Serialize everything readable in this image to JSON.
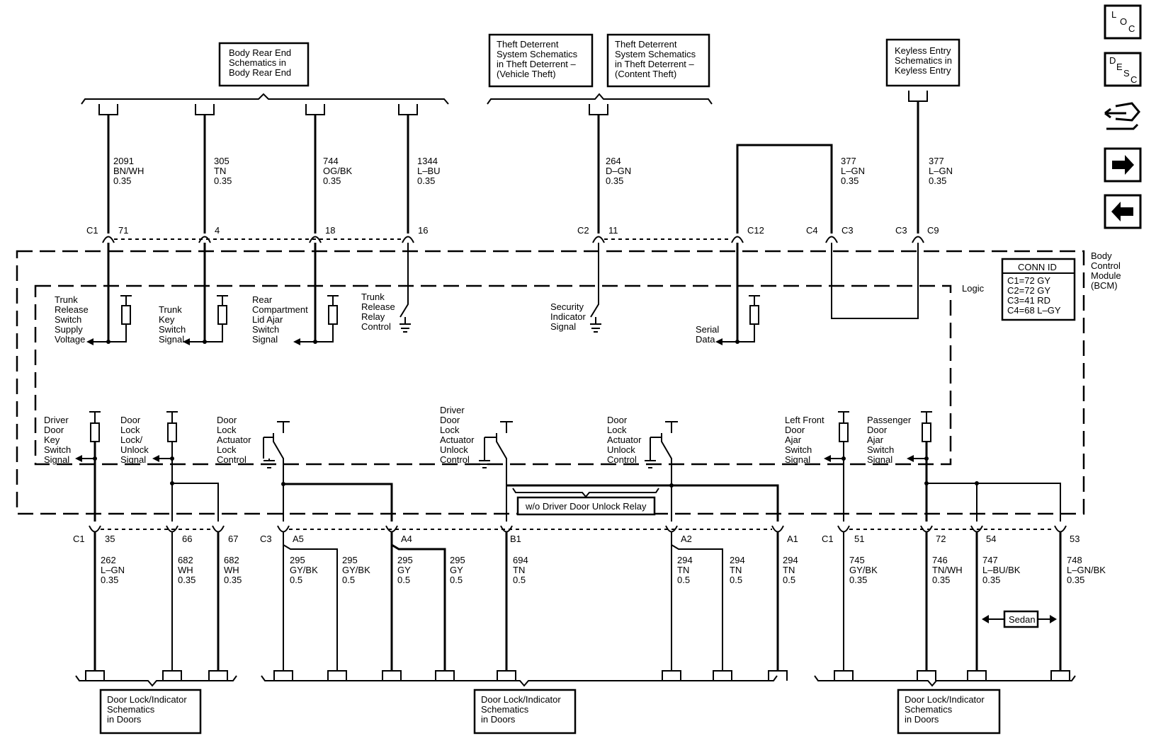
{
  "header_boxes": {
    "body_rear": [
      "Body Rear End",
      "Schematics in",
      "Body Rear End"
    ],
    "theft_vehicle": [
      "Theft Deterrent",
      "System Schematics",
      "in Theft Deterrent –",
      "(Vehicle Theft)"
    ],
    "theft_content": [
      "Theft Deterrent",
      "System Schematics",
      "in Theft Deterrent –",
      "(Content Theft)"
    ],
    "keyless": [
      "Keyless Entry",
      "Schematics in",
      "Keyless Entry"
    ]
  },
  "footer_boxes": {
    "left": [
      "Door Lock/Indicator",
      "Schematics",
      "in Doors"
    ],
    "mid": [
      "Door Lock/Indicator",
      "Schematics",
      "in Doors"
    ],
    "right": [
      "Door Lock/Indicator",
      "Schematics",
      "in Doors"
    ]
  },
  "nav_icons": {
    "loc": [
      "L",
      "O",
      "C"
    ],
    "desc": [
      "D",
      "E",
      "S",
      "C"
    ]
  },
  "top_wires": [
    {
      "circuit": "2091",
      "color": "BN/WH",
      "gauge": "0.35",
      "conn": "C1",
      "pin": "71"
    },
    {
      "circuit": "305",
      "color": "TN",
      "gauge": "0.35",
      "conn": "",
      "pin": "4"
    },
    {
      "circuit": "744",
      "color": "OG/BK",
      "gauge": "0.35",
      "conn": "",
      "pin": "18"
    },
    {
      "circuit": "1344",
      "color": "L–BU",
      "gauge": "0.35",
      "conn": "",
      "pin": "16"
    },
    {
      "circuit": "264",
      "color": "D–GN",
      "gauge": "0.35",
      "conn": "C2",
      "pin": "11"
    },
    {
      "circuit": "377",
      "color": "L–GN",
      "gauge": "0.35",
      "conn": "C4",
      "pin": "C3"
    },
    {
      "circuit": "377",
      "color": "L–GN",
      "gauge": "0.35",
      "conn": "C3",
      "pin": "C9"
    }
  ],
  "c12_label": "C12",
  "bottom_wires": [
    {
      "circuit": "262",
      "color": "L–GN",
      "gauge": "0.35",
      "conn": "C1",
      "pin": "35"
    },
    {
      "circuit": "682",
      "color": "WH",
      "gauge": "0.35",
      "conn": "",
      "pin": "66"
    },
    {
      "circuit": "682",
      "color": "WH",
      "gauge": "0.35",
      "conn": "",
      "pin": "67"
    },
    {
      "circuit": "295",
      "color": "GY/BK",
      "gauge": "0.5",
      "conn": "C3",
      "pin": "A5"
    },
    {
      "circuit": "295",
      "color": "GY/BK",
      "gauge": "0.5",
      "conn": "",
      "pin": ""
    },
    {
      "circuit": "295",
      "color": "GY",
      "gauge": "0.5",
      "conn": "",
      "pin": "A4"
    },
    {
      "circuit": "295",
      "color": "GY",
      "gauge": "0.5",
      "conn": "",
      "pin": ""
    },
    {
      "circuit": "694",
      "color": "TN",
      "gauge": "0.5",
      "conn": "",
      "pin": "B1"
    },
    {
      "circuit": "294",
      "color": "TN",
      "gauge": "0.5",
      "conn": "",
      "pin": "A2"
    },
    {
      "circuit": "294",
      "color": "TN",
      "gauge": "0.5",
      "conn": "",
      "pin": ""
    },
    {
      "circuit": "294",
      "color": "TN",
      "gauge": "0.5",
      "conn": "",
      "pin": "A1"
    },
    {
      "circuit": "745",
      "color": "GY/BK",
      "gauge": "0.35",
      "conn": "C1",
      "pin": "51"
    },
    {
      "circuit": "746",
      "color": "TN/WH",
      "gauge": "0.35",
      "conn": "",
      "pin": "72"
    },
    {
      "circuit": "747",
      "color": "L–BU/BK",
      "gauge": "0.35",
      "conn": "",
      "pin": "54"
    },
    {
      "circuit": "748",
      "color": "L–GN/BK",
      "gauge": "0.35",
      "conn": "",
      "pin": "53"
    }
  ],
  "top_signals": [
    [
      "Trunk",
      "Release",
      "Switch",
      "Supply",
      "Voltage"
    ],
    [
      "Trunk",
      "Key",
      "Switch",
      "Signal"
    ],
    [
      "Rear",
      "Compartment",
      "Lid Ajar",
      "Switch",
      "Signal"
    ],
    [
      "Trunk",
      "Release",
      "Relay",
      "Control"
    ],
    [
      "Security",
      "Indicator",
      "Signal"
    ],
    [
      "Serial",
      "Data"
    ]
  ],
  "bottom_signals": [
    [
      "Driver",
      "Door",
      "Key",
      "Switch",
      "Signal"
    ],
    [
      "Door",
      "Lock",
      "Lock/",
      "Unlock",
      "Signal"
    ],
    [
      "Door",
      "Lock",
      "Actuator",
      "Lock",
      "Control"
    ],
    [
      "Driver",
      "Door",
      "Lock",
      "Actuator",
      "Unlock",
      "Control"
    ],
    [
      "Door",
      "Lock",
      "Actuator",
      "Unlock",
      "Control"
    ],
    [
      "Left Front",
      "Door",
      "Ajar",
      "Switch",
      "Signal"
    ],
    [
      "Passenger",
      "Door",
      "Ajar",
      "Switch",
      "Signal"
    ]
  ],
  "module": {
    "logic_label": "Logic",
    "name": [
      "Body",
      "Control",
      "Module",
      "(BCM)"
    ],
    "conn_id_title": "CONN ID",
    "conn_ids": [
      "C1=72 GY",
      "C2=72 GY",
      "C3=41 RD",
      "C4=68 L–GY"
    ]
  },
  "option_label": "w/o Driver Door Unlock Relay",
  "sedan_label": "Sedan"
}
